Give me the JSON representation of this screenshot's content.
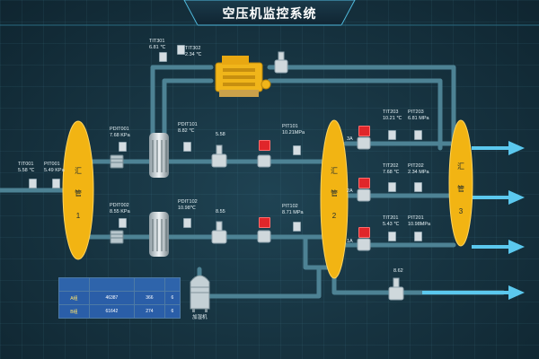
{
  "title": "空压机监控系统",
  "hubs": [
    {
      "chars": [
        "汇",
        "管",
        "1"
      ]
    },
    {
      "chars": [
        "汇",
        "管",
        "2"
      ]
    },
    {
      "chars": [
        "汇",
        "管",
        "3"
      ]
    }
  ],
  "instruments": {
    "tit001": {
      "tag": "TIT001",
      "value": "5.58 ℃"
    },
    "pit001": {
      "tag": "PIT001",
      "value": "5.49 KPa"
    },
    "pdit001": {
      "tag": "PDIT001",
      "value": "7.68 KPa"
    },
    "pdit002": {
      "tag": "PDIT002",
      "value": "8.55 KPa"
    },
    "tit301": {
      "tag": "TIT301",
      "value": "6.81 ℃"
    },
    "tit302": {
      "tag": "TIT302",
      "value": "2.34 ℃"
    },
    "pdit101": {
      "tag": "PDIT101",
      "value": "8.82 ℃"
    },
    "pdit102": {
      "tag": "PDIT102",
      "value": "10.98℃"
    },
    "flow1": {
      "value": "5.58"
    },
    "flow2": {
      "value": "8.55"
    },
    "pit101": {
      "tag": "PIT101",
      "value": "10.21MPa"
    },
    "pit102": {
      "tag": "PIT102",
      "value": "8.71 MPa"
    },
    "tit203": {
      "tag": "TIT203",
      "value": "10.21 ℃"
    },
    "pit203": {
      "tag": "PIT203",
      "value": "6.81 MPa"
    },
    "tit202": {
      "tag": "TIT202",
      "value": "7.68 ℃"
    },
    "pit202": {
      "tag": "PIT202",
      "value": "2.34 MPa"
    },
    "tit201": {
      "tag": "TIT201",
      "value": "5.43 ℃"
    },
    "pit201": {
      "tag": "PIT201",
      "value": "10.98MPa"
    },
    "flow3": {
      "value": "8.62"
    }
  },
  "valve_labels": [
    "3A",
    "2A",
    "1A"
  ],
  "table": {
    "headers": [
      "",
      "",
      "",
      ""
    ],
    "rows": [
      [
        "A组",
        "46387",
        "366",
        "6"
      ],
      [
        "B组",
        "61642",
        "274",
        "6"
      ]
    ]
  },
  "tank_label": "加湿机",
  "colors": {
    "hub": "#f2b413",
    "pipe": "#4d8294",
    "arrow": "#5bc8ee",
    "valve": "#e0262a"
  }
}
